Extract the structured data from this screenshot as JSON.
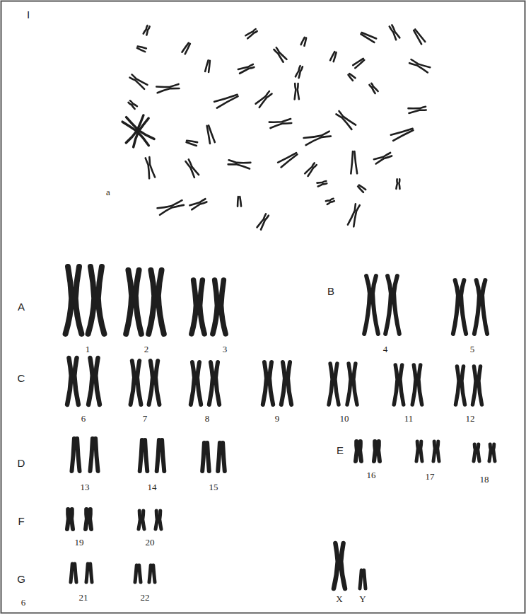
{
  "diagram": {
    "labels": [
      "I",
      "a",
      "A",
      "1",
      "2",
      "3",
      "B",
      "4",
      "5",
      "C",
      "6",
      "7",
      "8",
      "9",
      "10",
      "11",
      "12",
      "D",
      "13",
      "14",
      "15",
      "E",
      "16",
      "17",
      "18",
      "F",
      "19",
      "20",
      "G",
      "6",
      "21",
      "22",
      "X",
      "Y"
    ]
  }
}
